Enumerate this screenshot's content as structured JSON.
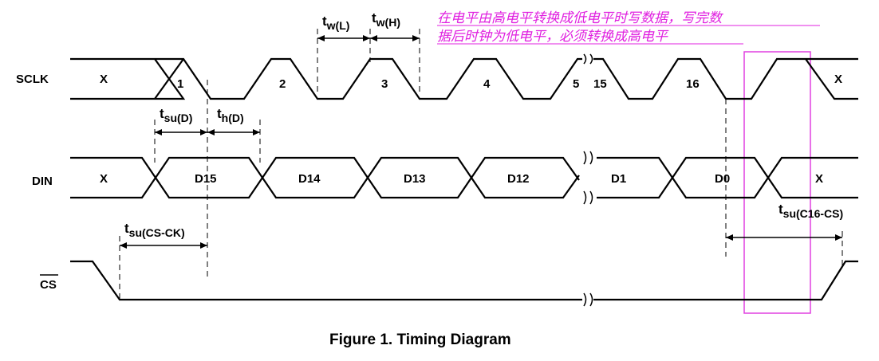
{
  "signals": {
    "sclk": "SCLK",
    "din": "DIN",
    "cs": "CS"
  },
  "sclk_labels": [
    "X",
    "1",
    "2",
    "3",
    "4",
    "5",
    "15",
    "16",
    "X"
  ],
  "din_labels": [
    "X",
    "D15",
    "D14",
    "D13",
    "D12",
    "D1",
    "D0",
    "X"
  ],
  "timings": {
    "tw_low": {
      "main": "t",
      "sub": "w(L)"
    },
    "tw_high": {
      "main": "t",
      "sub": "w(H)"
    },
    "tsu_d": {
      "main": "t",
      "sub": "su(D)"
    },
    "th_d": {
      "main": "t",
      "sub": "h(D)"
    },
    "tsu_csck": {
      "main": "t",
      "sub": "su(CS-CK)"
    },
    "tsu_c16cs": {
      "main": "t",
      "sub": "su(C16-CS)"
    }
  },
  "annotation": {
    "line1": "在电平由高电平转换成低电平时写数据，写完数",
    "line2": "据后时钟为低电平，必须转换成高电平",
    "color": "#e020e0"
  },
  "caption": "Figure 1. Timing Diagram"
}
